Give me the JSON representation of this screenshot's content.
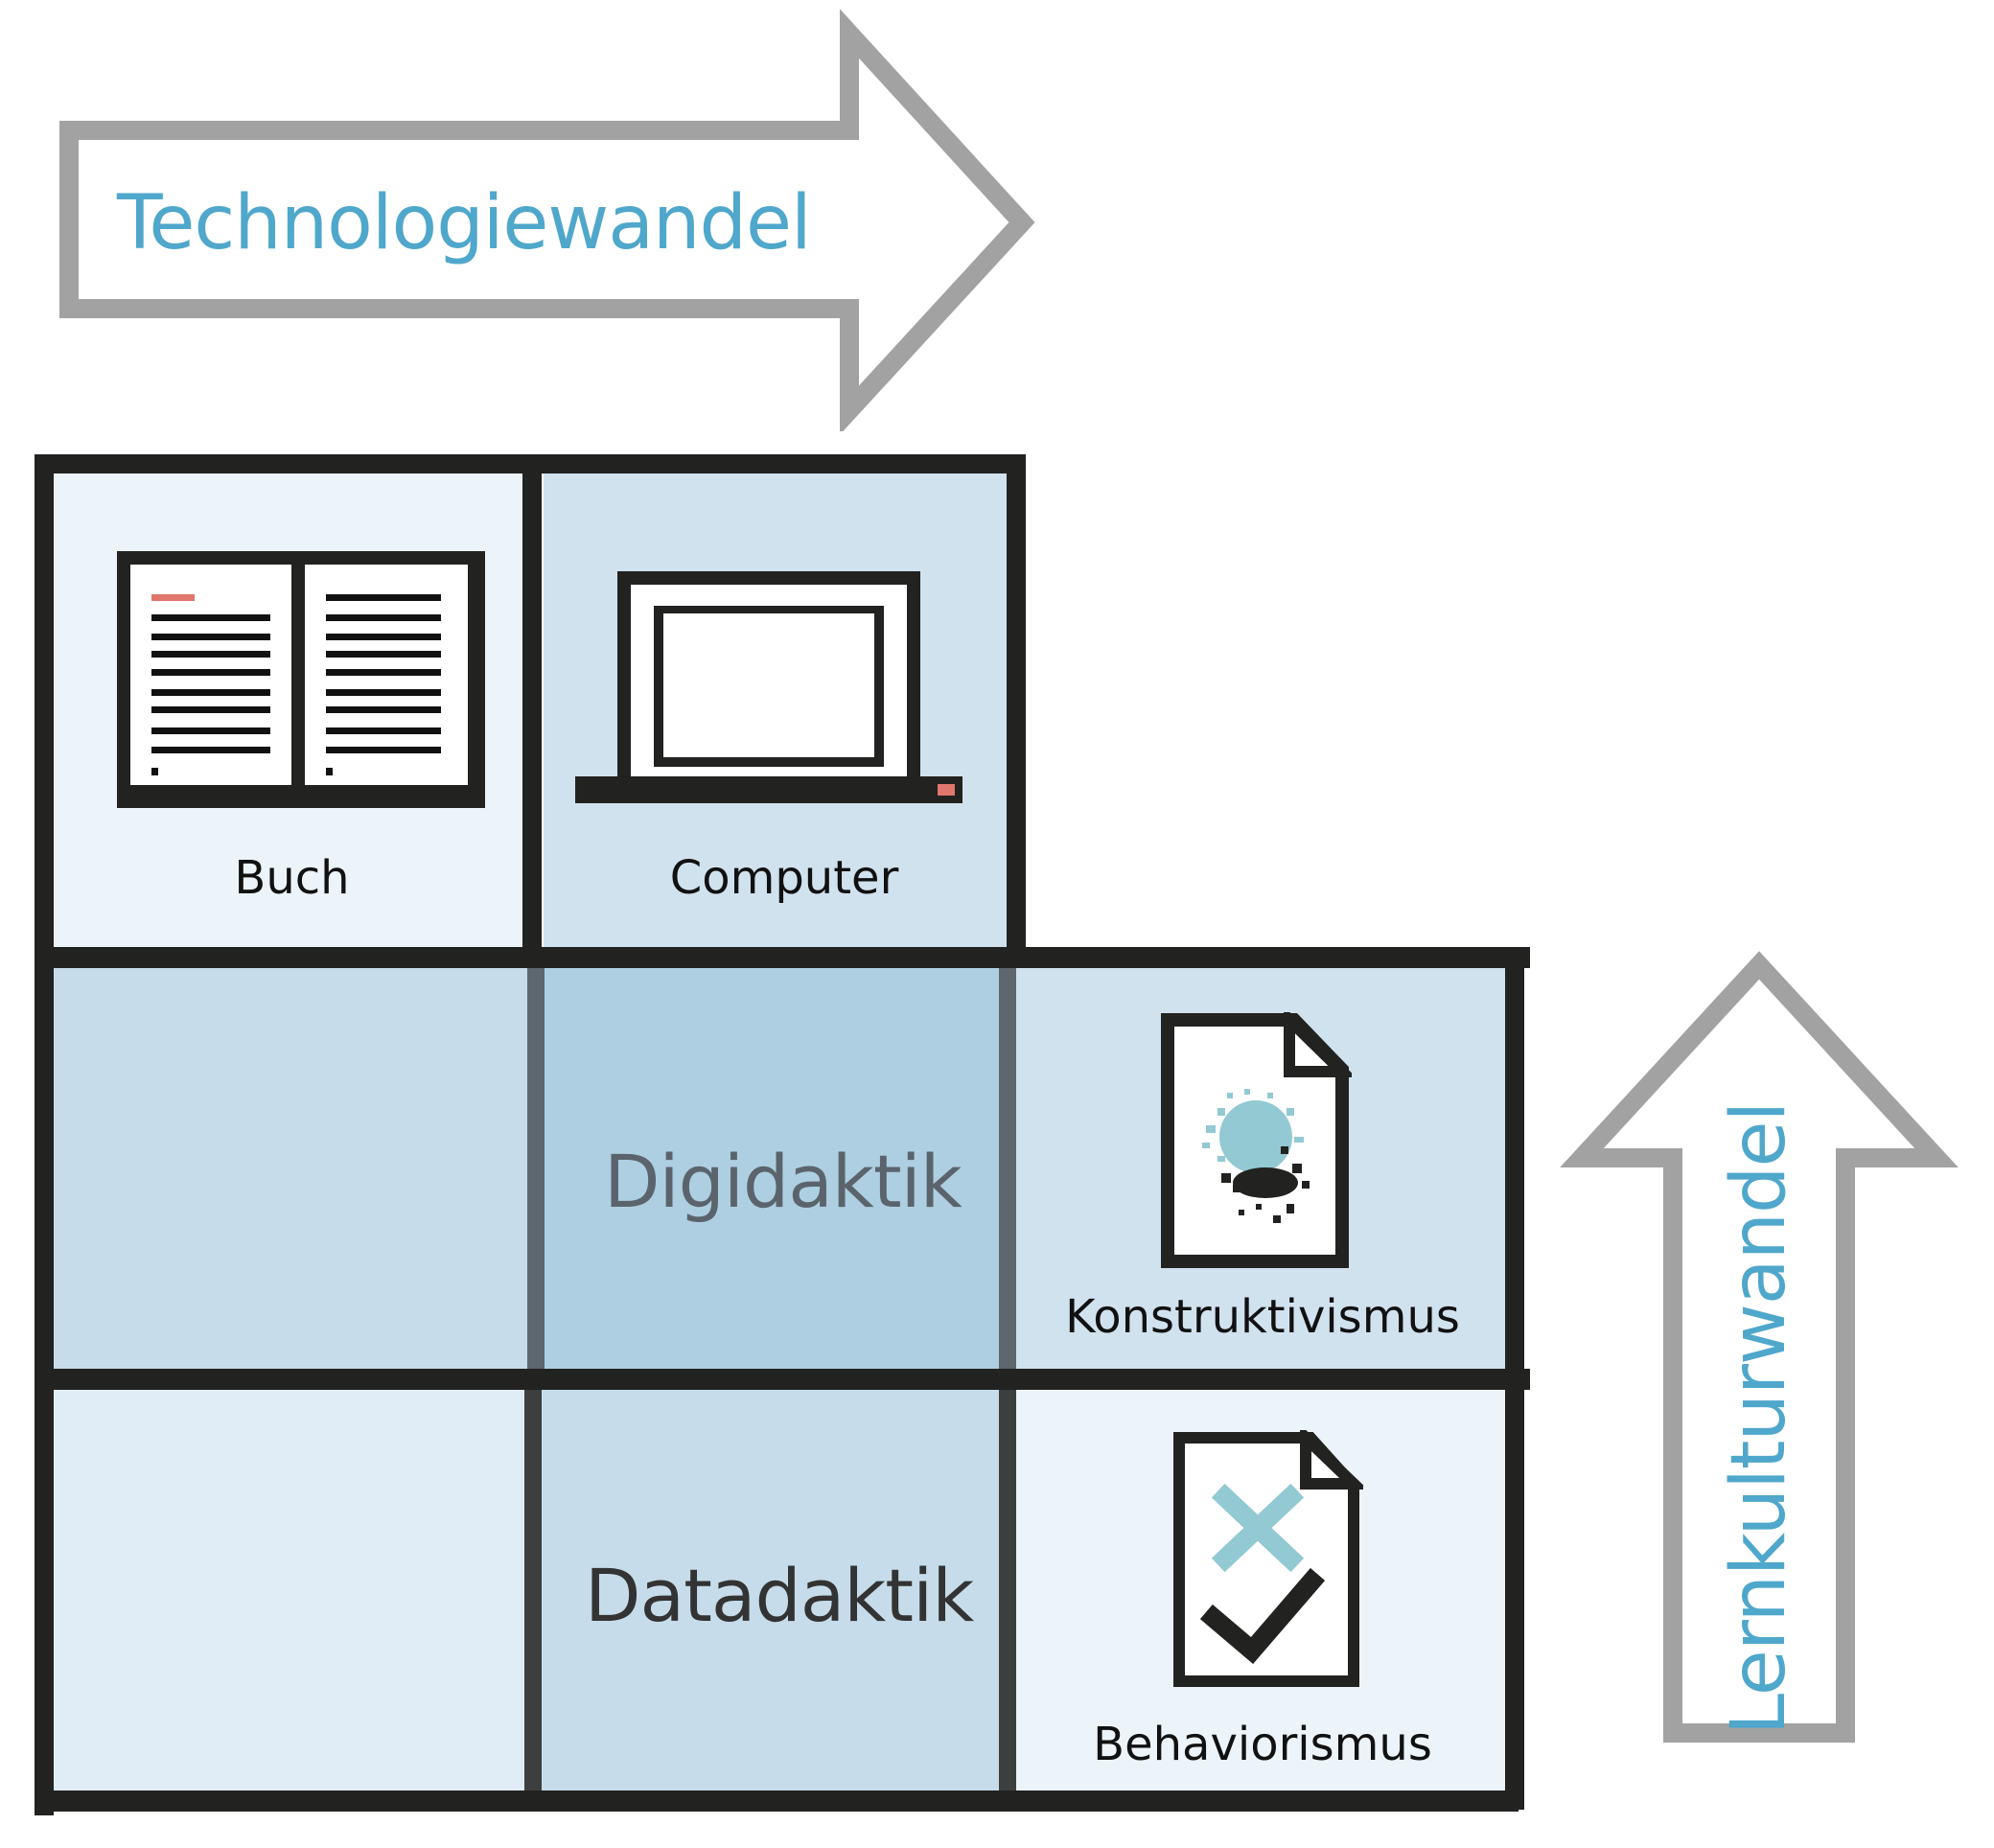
{
  "arrows": {
    "horizontal": {
      "label": "Technologiewandel",
      "direction": "right"
    },
    "vertical": {
      "label": "Lernkulturwandel",
      "direction": "up"
    }
  },
  "colors": {
    "arrow_outline": "#a2a2a2",
    "arrow_text": "#4fa7cb",
    "grid_line": "#222220",
    "inner_line_mid": "#5e676e",
    "inner_line_bottom": "#3d3f3e",
    "cell_lightest": "#edf4f9",
    "cell_light": "#e1edf6",
    "cell_mid": "#d1e2ef",
    "cell_medium": "#c6dcea",
    "cell_dark": "#aecfe2",
    "accent_red": "#e0766c",
    "accent_teal": "#92c9d2"
  },
  "grid": {
    "top_row": [
      {
        "label": "Buch",
        "icon": "open-book-icon"
      },
      {
        "label": "Computer",
        "icon": "laptop-icon"
      }
    ],
    "middle_row": {
      "center_label": "Digidaktik",
      "right_cell": {
        "label": "Konstruktivismus",
        "icon": "document-splash-icon"
      }
    },
    "bottom_row": {
      "center_label": "Datadaktik",
      "right_cell": {
        "label": "Behaviorismus",
        "icon": "document-check-icon"
      }
    }
  }
}
